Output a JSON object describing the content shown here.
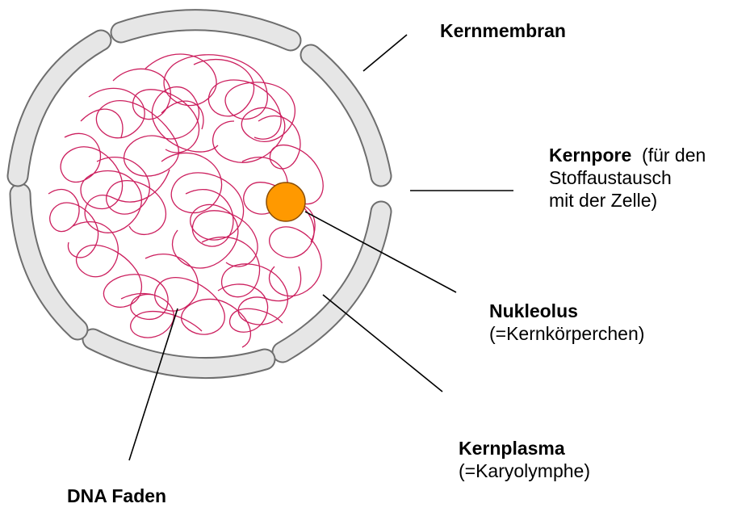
{
  "labels": {
    "kernmembran": {
      "title": "Kernmembran"
    },
    "kernpore": {
      "title": "Kernpore",
      "note_line1": "(für den",
      "note_line2": "Stoffaustausch",
      "note_line3": "mit der Zelle)"
    },
    "nukleolus": {
      "title": "Nukleolus",
      "note": "(=Kernkörperchen)"
    },
    "kernplasma": {
      "title": "Kernplasma",
      "note": "(=Karyolymphe)"
    },
    "dna": {
      "title": "DNA Faden"
    }
  },
  "colors": {
    "membrane_fill": "#e6e6e6",
    "membrane_stroke": "#6e6e6e",
    "dna": "#cc1f5e",
    "nucleolus_fill": "#ff9900",
    "nucleolus_stroke": "#8a4c00",
    "leader": "#000000"
  }
}
